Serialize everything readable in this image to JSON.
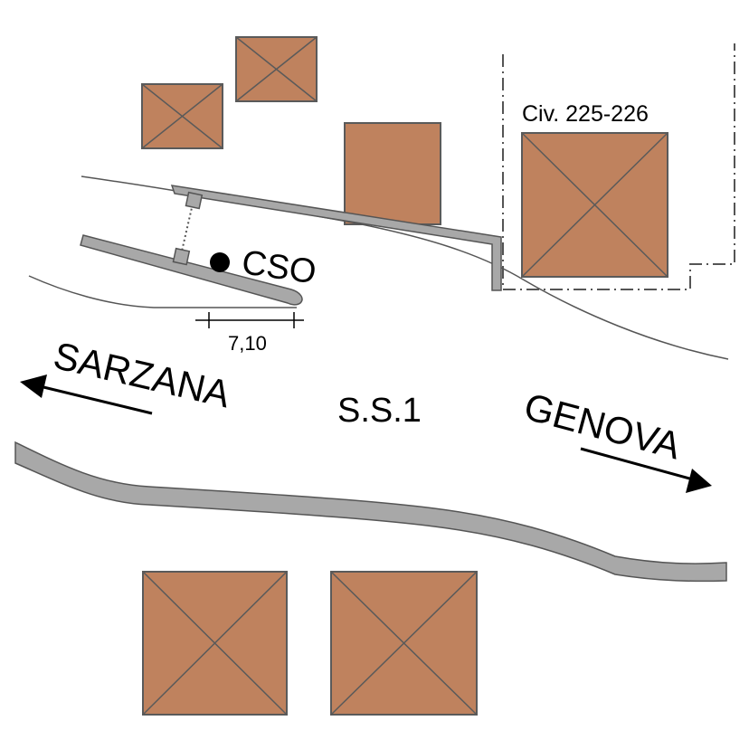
{
  "map": {
    "labels": {
      "civic": "Civ. 225-226",
      "cso": "CSO",
      "measure": "7,10",
      "road": "S.S.1",
      "west_direction": "SARZANA",
      "east_direction": "GENOVA"
    },
    "colors": {
      "building_fill": "#bf825e",
      "building_stroke": "#5a5a5a",
      "wall_fill": "#a8a8a8",
      "wall_stroke": "#555555",
      "line": "#555555",
      "text": "#000000"
    }
  }
}
